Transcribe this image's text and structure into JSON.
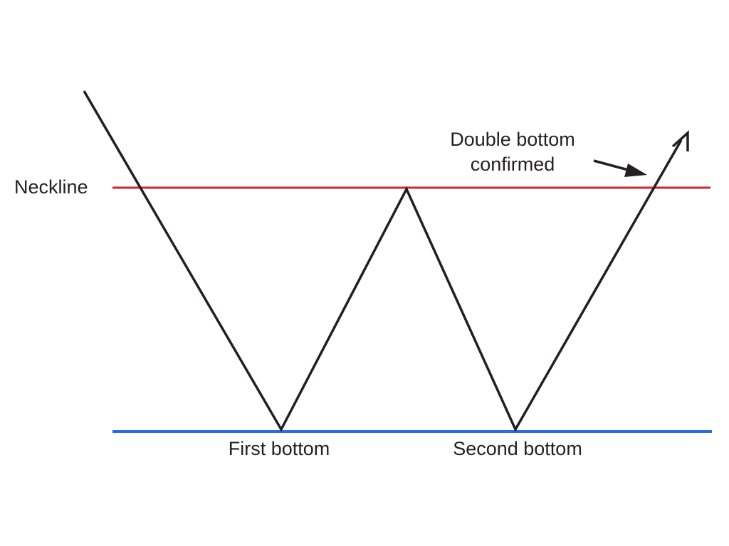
{
  "labels": {
    "neckline": "Neckline",
    "first_bottom": "First bottom",
    "second_bottom": "Second bottom",
    "confirmation_line1": "Double bottom",
    "confirmation_line2": "confirmed"
  },
  "colors": {
    "price_path": "#231f20",
    "neckline": "#d7232d",
    "support": "#2b6be0",
    "text": "#231f20"
  },
  "icons": {
    "breakout_arrowhead": "arrowhead-icon",
    "annotation_pointer": "arrow-icon"
  }
}
